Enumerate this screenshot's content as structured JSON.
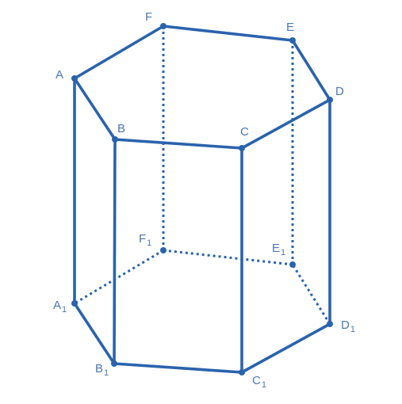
{
  "figure": {
    "vertices": [
      {
        "id": "A",
        "name": "A",
        "sub": ""
      },
      {
        "id": "B",
        "name": "B",
        "sub": ""
      },
      {
        "id": "C",
        "name": "C",
        "sub": ""
      },
      {
        "id": "D",
        "name": "D",
        "sub": ""
      },
      {
        "id": "E",
        "name": "E",
        "sub": ""
      },
      {
        "id": "F",
        "name": "F",
        "sub": ""
      },
      {
        "id": "A1",
        "name": "A",
        "sub": "1"
      },
      {
        "id": "B1",
        "name": "B",
        "sub": "1"
      },
      {
        "id": "C1",
        "name": "C",
        "sub": "1"
      },
      {
        "id": "D1",
        "name": "D",
        "sub": "1"
      },
      {
        "id": "E1",
        "name": "E",
        "sub": "1"
      },
      {
        "id": "F1",
        "name": "F",
        "sub": "1"
      }
    ],
    "edges_visible": [
      [
        "A",
        "B"
      ],
      [
        "B",
        "C"
      ],
      [
        "C",
        "D"
      ],
      [
        "D",
        "E"
      ],
      [
        "E",
        "F"
      ],
      [
        "F",
        "A"
      ],
      [
        "A",
        "A1"
      ],
      [
        "B",
        "B1"
      ],
      [
        "C",
        "C1"
      ],
      [
        "D",
        "D1"
      ],
      [
        "A1",
        "B1"
      ],
      [
        "B1",
        "C1"
      ],
      [
        "C1",
        "D1"
      ]
    ],
    "edges_hidden": [
      [
        "D1",
        "E1"
      ],
      [
        "E1",
        "F1"
      ],
      [
        "F1",
        "A1"
      ],
      [
        "E",
        "E1"
      ],
      [
        "F",
        "F1"
      ]
    ],
    "color": "#2a63ad",
    "label_color": "#4a78b8"
  }
}
